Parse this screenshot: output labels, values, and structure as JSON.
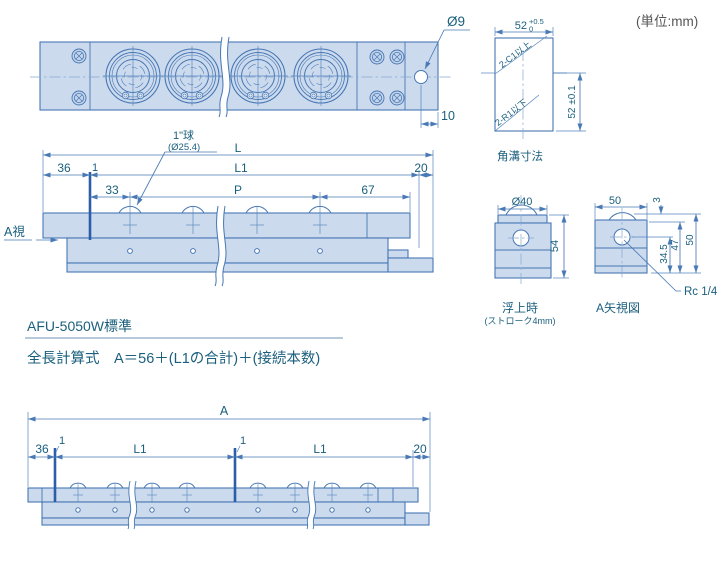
{
  "units_note": "(単位:mm)",
  "top_view": {
    "hole_dia_label": "Ø9",
    "edge_offset": "10"
  },
  "groove_detail": {
    "title": "角溝寸法",
    "width_nominal": "52",
    "width_tol_upper": "+0.5",
    "width_tol_lower": "0",
    "height": "52 ±0.1",
    "chamfer_note": "2-C1以上",
    "radius_note": "2-R1以下"
  },
  "side_view": {
    "view_label": "A視",
    "ball_label": "1\"球",
    "ball_dia": "(Ø25.4)",
    "dim_overall": "L",
    "dim_end_left": "36",
    "dim_joint": "1",
    "dim_unit_length": "L1",
    "dim_end_right": "20",
    "dim_first_ball": "33",
    "dim_pitch": "P",
    "dim_last_ball": "67"
  },
  "float_view": {
    "title": "浮上時",
    "subtitle": "(ストローク4mm)",
    "dim_ball_dia": "Ø40",
    "dim_height": "54"
  },
  "arrow_view": {
    "title": "A矢視図",
    "dim_width": "50",
    "dim_protrusion": "3",
    "dim_hole_center": "34.5",
    "dim_surface": "47",
    "dim_height": "50",
    "thread_label": "Rc 1/4"
  },
  "notes": {
    "model": "AFU-5050W標準",
    "formula": "全長計算式　A＝56＋(L1の合計)＋(接続本数)"
  },
  "bottom_view": {
    "dim_overall": "A",
    "dim_end_left": "36",
    "dim_joint_1": "1",
    "dim_unit_1": "L1",
    "dim_joint_2": "1",
    "dim_unit_2": "L1",
    "dim_end_right": "20"
  },
  "colors": {
    "part_fill": "#ccdaee",
    "line_blue": "#4677b3",
    "joint_accent": "#2b5da9",
    "dim_text": "#1a5f7e",
    "units_text": "#555555"
  }
}
